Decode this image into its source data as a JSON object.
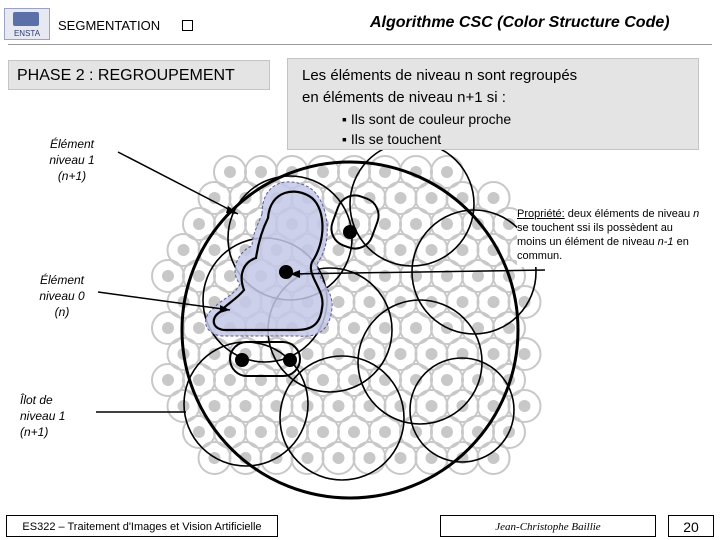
{
  "header": {
    "logo_text": "ENSTA",
    "section": "SEGMENTATION",
    "section_icon": "checkbox-icon",
    "title": "Algorithme CSC (Color Structure Code)"
  },
  "phase_label": "PHASE 2 : REGROUPEMENT",
  "info": {
    "line1": "Les éléments de niveau n sont regroupés",
    "line2_prefix": "en éléments de niveau n+1 si :",
    "bullet_icon": "square-bullet-icon",
    "bullets": [
      "Ils sont de couleur proche",
      "Ils se touchent"
    ]
  },
  "labels": {
    "element_niveau1": [
      "Élément",
      "niveau 1",
      "(n+1)"
    ],
    "element_niveau0": [
      "Élément",
      "niveau 0",
      "(n)"
    ],
    "ilot_niveau1": [
      "Îlot de",
      "niveau 1",
      "(n+1)"
    ]
  },
  "property": {
    "title": "Propriété:",
    "text_parts": [
      "deux éléments de niveau ",
      "n",
      " se touchent ssi ils possèdent au moins un élément de niveau ",
      "n-1",
      " en commun."
    ]
  },
  "footer": {
    "left": "ES322 – Traitement d'Images et Vision Artificielle",
    "author": "Jean-Christophe Baillie",
    "page": "20"
  },
  "colors": {
    "region_fill": "#c4c8e8",
    "grid_stroke": "#c8c8c8",
    "dot_fill": "#c8c8c8",
    "panel_bg": "#e4e4e4"
  }
}
